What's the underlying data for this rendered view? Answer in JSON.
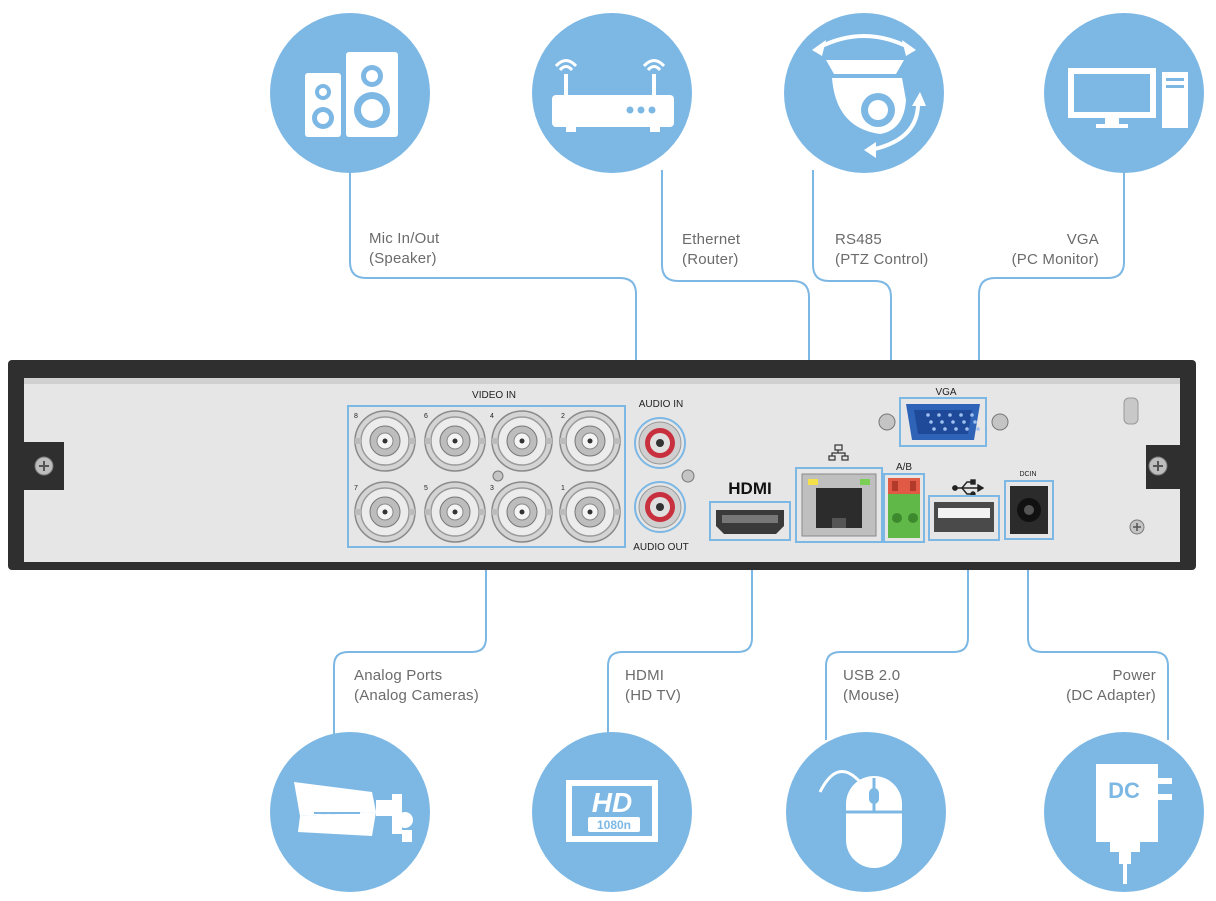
{
  "colors": {
    "circle": "#7db8e5",
    "line": "#7db8e5",
    "panel": "#e6e6e6",
    "frame": "#303030",
    "icon_white": "#ffffff"
  },
  "connections": {
    "mic": {
      "line1": "Mic In/Out",
      "line2": "(Speaker)",
      "icon": "speaker-icon"
    },
    "ethernet": {
      "line1": "Ethernet",
      "line2": "(Router)",
      "icon": "router-icon"
    },
    "rs485": {
      "line1": "RS485",
      "line2": "(PTZ Control)",
      "icon": "ptz-camera-icon"
    },
    "vga": {
      "line1": "VGA",
      "line2": "(PC Monitor)",
      "icon": "monitor-icon"
    },
    "analog": {
      "line1": "Analog Ports",
      "line2": "(Analog Cameras)",
      "icon": "bullet-camera-icon"
    },
    "hdmi": {
      "line1": "HDMI",
      "line2": "(HD TV)",
      "icon": "hd-tv-icon"
    },
    "usb": {
      "line1": "USB 2.0",
      "line2": "(Mouse)",
      "icon": "mouse-icon"
    },
    "power": {
      "line1": "Power",
      "line2": "(DC Adapter)",
      "icon": "dc-adapter-icon"
    }
  },
  "panel": {
    "video_in": "VIDEO IN",
    "audio_in": "AUDIO IN",
    "audio_out": "AUDIO OUT",
    "hdmi_logo": "HDMI",
    "vga": "VGA",
    "ab": "A/B",
    "dcin": "DCIN",
    "bnc_top": [
      "8",
      "6",
      "4",
      "2"
    ],
    "bnc_bottom": [
      "7",
      "5",
      "3",
      "1"
    ]
  },
  "icons": {
    "hd_text": "HD",
    "res_text": "1080n",
    "dc_text": "DC"
  }
}
